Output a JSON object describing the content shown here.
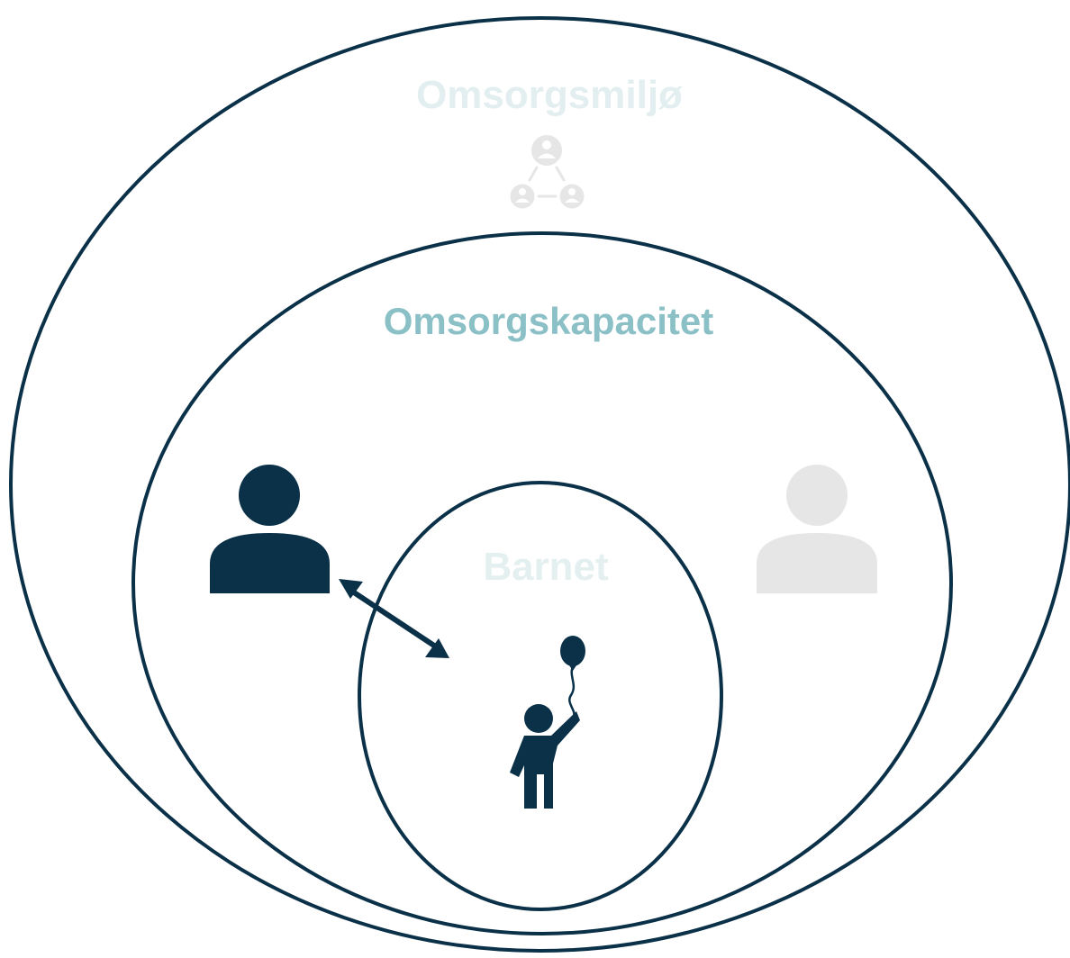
{
  "diagram": {
    "outer": {
      "label": "Omsorgsmiljø"
    },
    "middle": {
      "label": "Omsorgskapacitet"
    },
    "inner": {
      "label": "Barnet"
    }
  },
  "colors": {
    "ring_stroke": "#0b3149",
    "dark_figure": "#0b3149",
    "light_figure": "#e6e6e6",
    "network_icon": "#e6e6e6",
    "label_outer": "#e2eeef",
    "label_middle": "#8ac0c6",
    "label_inner": "#e4efef"
  },
  "icons": {
    "network": "people-network-icon",
    "caregiver_active": "person-icon",
    "caregiver_inactive": "person-icon",
    "child": "child-with-balloon-icon",
    "connection": "double-arrow-icon"
  }
}
